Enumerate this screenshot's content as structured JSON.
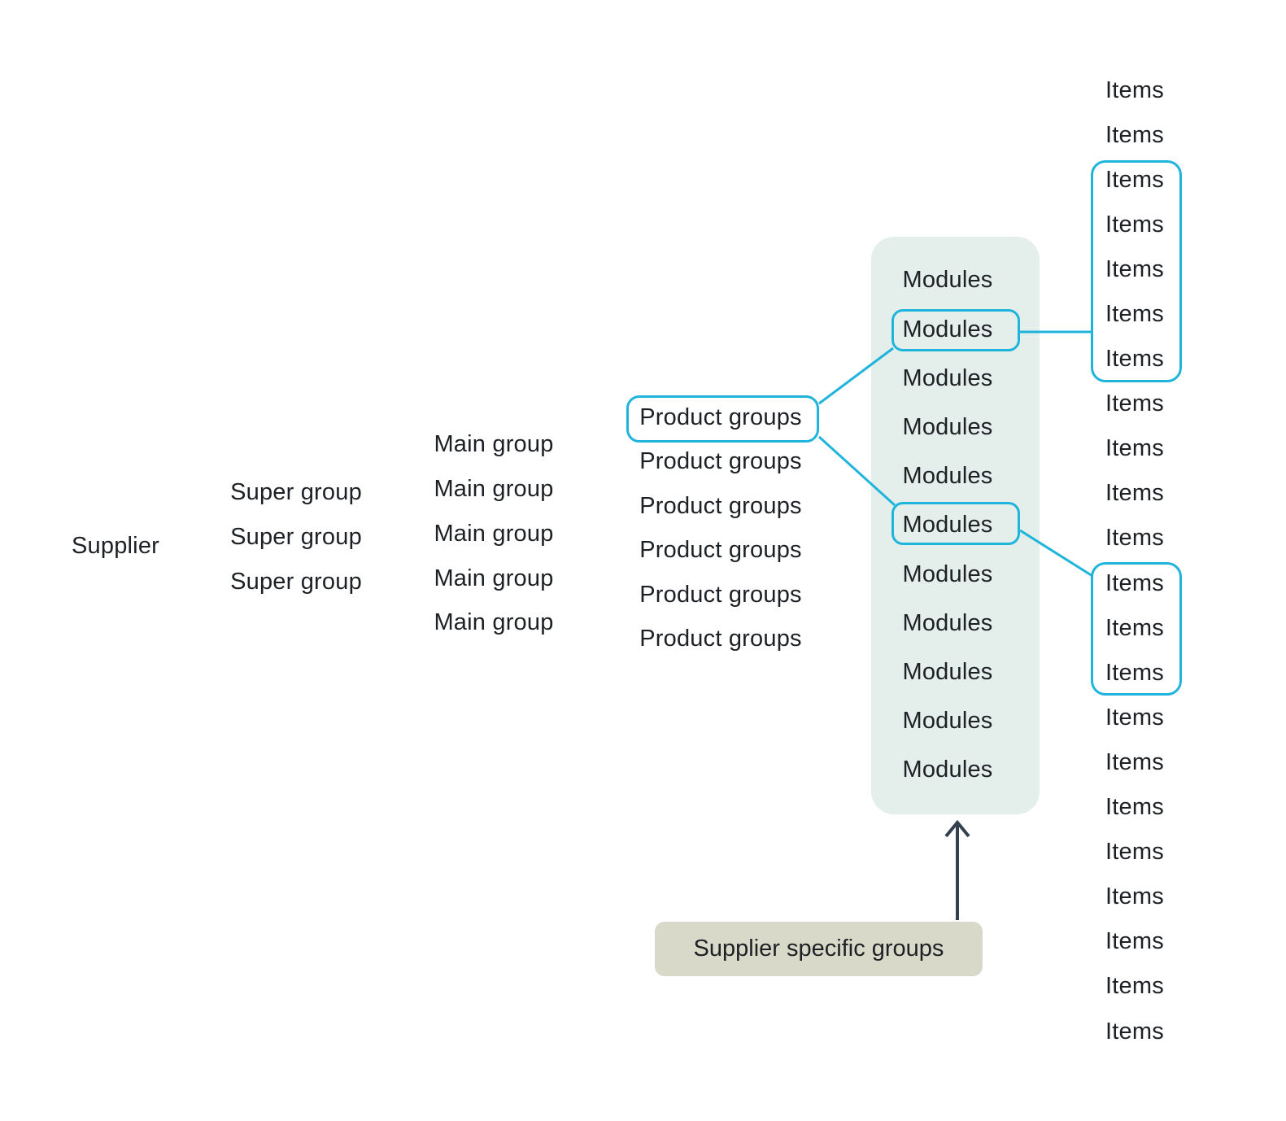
{
  "colors": {
    "accent": "#1fb4dc",
    "panel_background": "#e4eeea",
    "annotation_background": "#d8d9c8",
    "arrow": "#33404f",
    "text": "#1d2025"
  },
  "hierarchy": {
    "supplier": {
      "rows": [
        "Supplier"
      ]
    },
    "super_groups": {
      "rows": [
        "Super group",
        "Super group",
        "Super group"
      ]
    },
    "main_groups": {
      "rows": [
        "Main group",
        "Main group",
        "Main group",
        "Main group",
        "Main group"
      ]
    },
    "product_groups": {
      "rows": [
        "Product groups",
        "Product groups",
        "Product groups",
        "Product groups",
        "Product groups",
        "Product groups"
      ]
    },
    "modules": {
      "rows": [
        "Modules",
        "Modules",
        "Modules",
        "Modules",
        "Modules",
        "Modules",
        "Modules",
        "Modules",
        "Modules",
        "Modules",
        "Modules"
      ]
    },
    "items": {
      "rows": [
        "Items",
        "Items",
        "Items",
        "Items",
        "Items",
        "Items",
        "Items",
        "Items",
        "Items",
        "Items",
        "Items",
        "Items",
        "Items",
        "Items",
        "Items",
        "Items",
        "Items",
        "Items",
        "Items",
        "Items",
        "Items",
        "Items"
      ]
    }
  },
  "highlights": {
    "product_group_row": 1,
    "module_rows": [
      2,
      6
    ],
    "item_row_ranges": [
      [
        3,
        7
      ],
      [
        12,
        14
      ]
    ]
  },
  "annotation": {
    "label": "Supplier specific groups",
    "points_to": "modules-panel"
  }
}
